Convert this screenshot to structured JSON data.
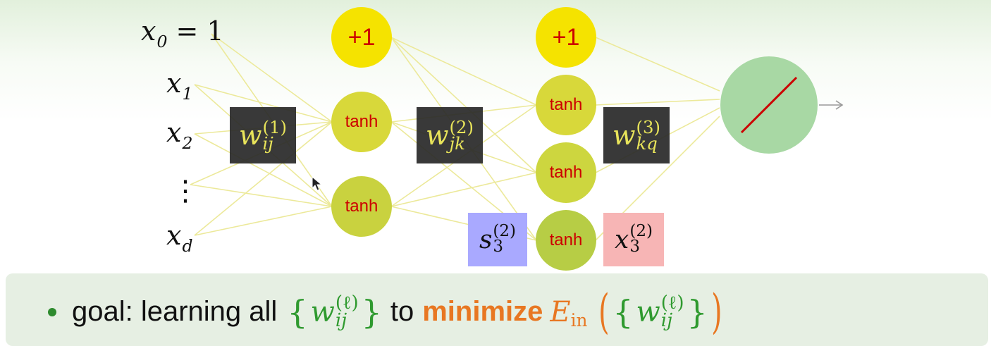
{
  "inputs": [
    {
      "base": "x",
      "sub": "0",
      "suffix": " = 1"
    },
    {
      "base": "x",
      "sub": "1",
      "suffix": ""
    },
    {
      "base": "x",
      "sub": "2",
      "suffix": ""
    },
    {
      "base": "⋮",
      "sub": "",
      "suffix": ""
    },
    {
      "base": "x",
      "sub": "d",
      "suffix": ""
    }
  ],
  "layer1": {
    "bias_label": "+1",
    "units": [
      "tanh",
      "tanh"
    ]
  },
  "layer2": {
    "bias_label": "+1",
    "units": [
      "tanh",
      "tanh",
      "tanh"
    ]
  },
  "weights": {
    "w1": {
      "base": "w",
      "sup": "(1)",
      "sub": "ij"
    },
    "w2": {
      "base": "w",
      "sup": "(2)",
      "sub": "jk"
    },
    "w3": {
      "base": "w",
      "sup": "(3)",
      "sub": "kq"
    }
  },
  "signal_labels": {
    "s": {
      "base": "s",
      "sup": "(2)",
      "sub": "3"
    },
    "x": {
      "base": "x",
      "sup": "(2)",
      "sub": "3"
    }
  },
  "colors": {
    "bias_node": "#f5e300",
    "tanh_node": "#d8d83a",
    "tanh_node_dark": "#b7cd45",
    "output_node": "#a8d8a4",
    "output_line": "#cc0000",
    "edge": "#ece99a",
    "weight_box": "#282828",
    "weight_text": "#e8e45a",
    "s_box": "#a9a9ff",
    "x_box": "#f7b5b5"
  },
  "goal": {
    "prefix": "goal: learning all",
    "w_base": "w",
    "w_sup": "(ℓ)",
    "w_sub": "ij",
    "to": "to",
    "minimize": "minimize",
    "ein_base": "E",
    "ein_sub": "in"
  }
}
